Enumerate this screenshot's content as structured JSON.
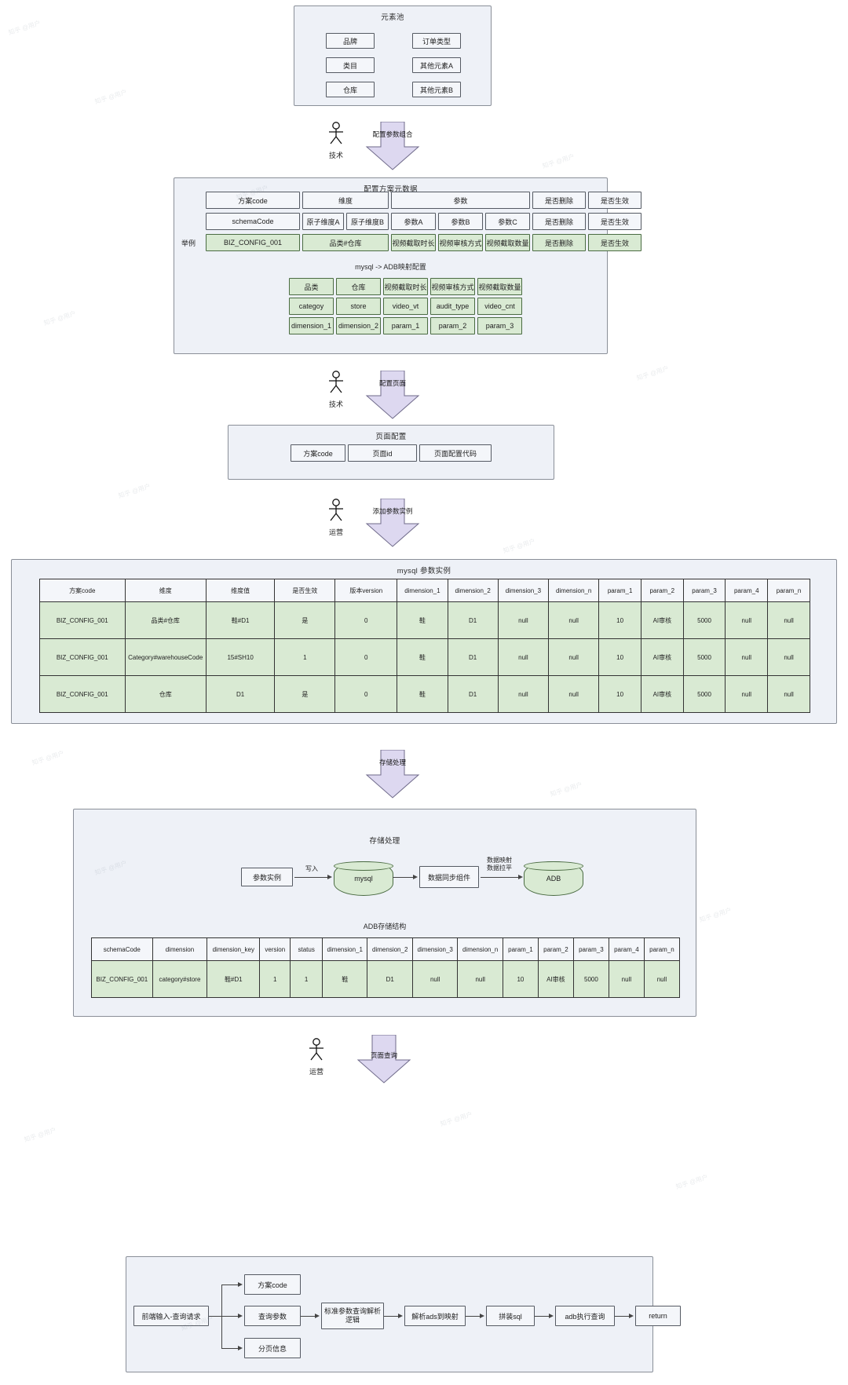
{
  "pool": {
    "title": "元素池",
    "col1": [
      "品牌",
      "类目",
      "仓库"
    ],
    "col2": [
      "订单类型",
      "其他元素A",
      "其他元素B"
    ]
  },
  "actors": {
    "tech": "技术",
    "ops": "运营"
  },
  "arrows": {
    "a1": "配置参数组合",
    "a2": "配置页面",
    "a3": "添加参数实例",
    "a4": "存储处理",
    "a5": "页面查询"
  },
  "meta": {
    "title": "配置方案元数据",
    "header": [
      "方案code",
      "维度",
      "参数",
      "是否删除",
      "是否生效"
    ],
    "subheader": [
      "schemaCode",
      "原子维度A",
      "原子维度B",
      "参数A",
      "参数B",
      "参数C",
      "是否删除",
      "是否生效"
    ],
    "example_label": "举例",
    "example": [
      "BIZ_CONFIG_001",
      "品类#仓库",
      "视频截取时长",
      "视频审核方式",
      "视频截取数量",
      "是否删除",
      "是否生效"
    ],
    "map_title": "mysql -> ADB映射配置",
    "map_rows": [
      [
        "品类",
        "仓库",
        "视频截取时长",
        "视频审核方式",
        "视频截取数量"
      ],
      [
        "categoy",
        "store",
        "video_vt",
        "audit_type",
        "video_cnt"
      ],
      [
        "dimension_1",
        "dimension_2",
        "param_1",
        "param_2",
        "param_3"
      ]
    ]
  },
  "pagecfg": {
    "title": "页面配置",
    "items": [
      "方案code",
      "页面id",
      "页面配置代码"
    ]
  },
  "mysql_instance": {
    "title": "mysql 参数实例",
    "headers": [
      "方案code",
      "维度",
      "维度值",
      "是否生效",
      "版本version",
      "dimension_1",
      "dimension_2",
      "dimension_3",
      "dimension_n",
      "param_1",
      "param_2",
      "param_3",
      "param_4",
      "param_n"
    ],
    "rows": [
      [
        "BIZ_CONFIG_001",
        "品类#仓库",
        "鞋#D1",
        "是",
        "0",
        "鞋",
        "D1",
        "null",
        "null",
        "10",
        "AI审核",
        "5000",
        "null",
        "null"
      ],
      [
        "BIZ_CONFIG_001",
        "Category#warehouseCode",
        "15#SH10",
        "1",
        "0",
        "鞋",
        "D1",
        "null",
        "null",
        "10",
        "AI审核",
        "5000",
        "null",
        "null"
      ],
      [
        "BIZ_CONFIG_001",
        "仓库",
        "D1",
        "是",
        "0",
        "鞋",
        "D1",
        "null",
        "null",
        "10",
        "AI审核",
        "5000",
        "null",
        "null"
      ]
    ]
  },
  "storage": {
    "title": "存储处理",
    "param_instance": "参数实例",
    "write_label": "写入",
    "mysql_label": "mysql",
    "sync_component": "数据同步组件",
    "sync_label_line1": "数据映射",
    "sync_label_line2": "数据拉平",
    "adb_label": "ADB",
    "adb_struct_title": "ADB存储结构",
    "adb_headers": [
      "schemaCode",
      "dimension",
      "dimension_key",
      "version",
      "status",
      "dimension_1",
      "dimension_2",
      "dimension_3",
      "dimension_n",
      "param_1",
      "param_2",
      "param_3",
      "param_4",
      "param_n"
    ],
    "adb_row": [
      "BIZ_CONFIG_001",
      "category#store",
      "鞋#D1",
      "1",
      "1",
      "鞋",
      "D1",
      "null",
      "null",
      "10",
      "AI审核",
      "5000",
      "null",
      "null"
    ]
  },
  "query": {
    "input": "前端输入-查询请求",
    "branches": [
      "方案code",
      "查询参数",
      "分页信息"
    ],
    "steps": [
      "标准参数查询解析逻辑",
      "解析ads到映射",
      "拼装sql",
      "adb执行查询",
      "return"
    ]
  },
  "colors": {
    "panel_bg": "#eef1f7",
    "green": "#d9ead3",
    "arrow_fill": "#ddd8f0",
    "border": "#555a63"
  },
  "watermark": "知乎 @用户"
}
